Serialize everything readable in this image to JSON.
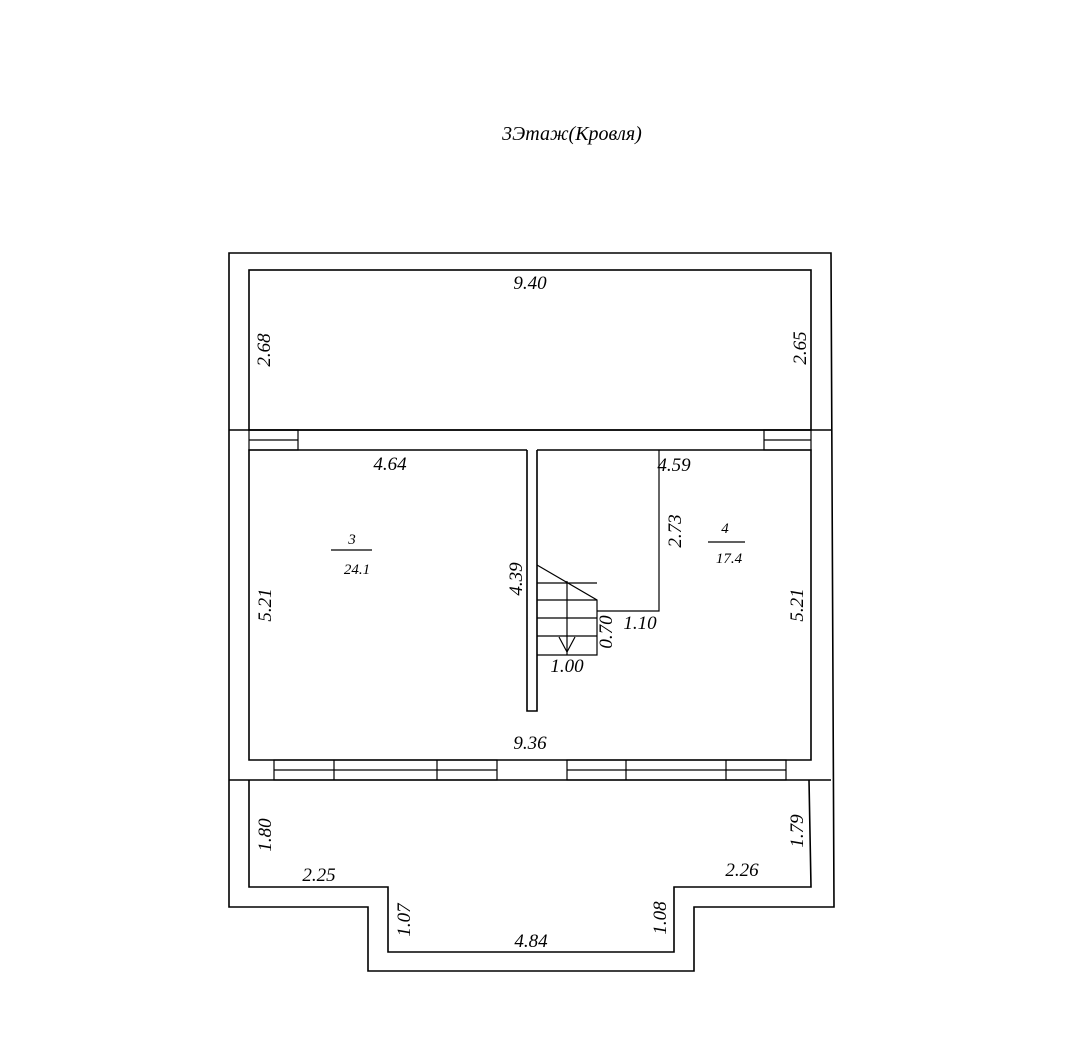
{
  "title": "3Этаж(Кровля)",
  "rooms": [
    {
      "number": "3",
      "area": "24.1"
    },
    {
      "number": "4",
      "area": "17.4"
    }
  ],
  "dimensions": {
    "top_width": "9.40",
    "top_left_height": "2.68",
    "top_right_height": "2.65",
    "room3_width": "4.64",
    "room4_width": "4.59",
    "left_height": "5.21",
    "right_height": "5.21",
    "partition_length": "4.39",
    "stair_void_height": "2.73",
    "stair_landing_width": "1.10",
    "stair_landing_depth": "0.70",
    "stair_width": "1.00",
    "bottom_width": "9.36",
    "balcony_left_height": "1.80",
    "balcony_right_height": "1.79",
    "balcony_left_width": "2.25",
    "balcony_right_width": "2.26",
    "bay_left_depth": "1.07",
    "bay_right_depth": "1.08",
    "bay_width": "4.84"
  },
  "colors": {
    "line": "#000000",
    "background": "#ffffff"
  }
}
